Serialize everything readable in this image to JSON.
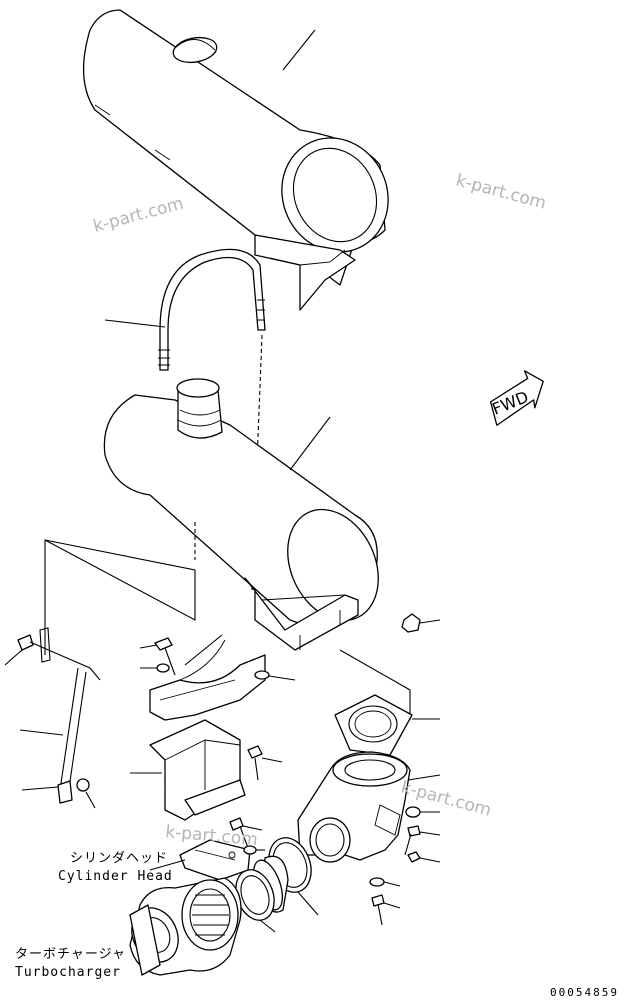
{
  "labels": {
    "cylinder_head_jp": "シリンダヘッド",
    "cylinder_head_en": "Cylinder Head",
    "turbocharger_jp": "ターボチャージャ",
    "turbocharger_en": "Turbocharger",
    "fwd_arrow": "FWD",
    "drawing_code": "00054859"
  },
  "watermark": "k-part.com",
  "colors": {
    "ink": "#000000",
    "watermark": "#b5b5b5",
    "background": "#ffffff"
  }
}
